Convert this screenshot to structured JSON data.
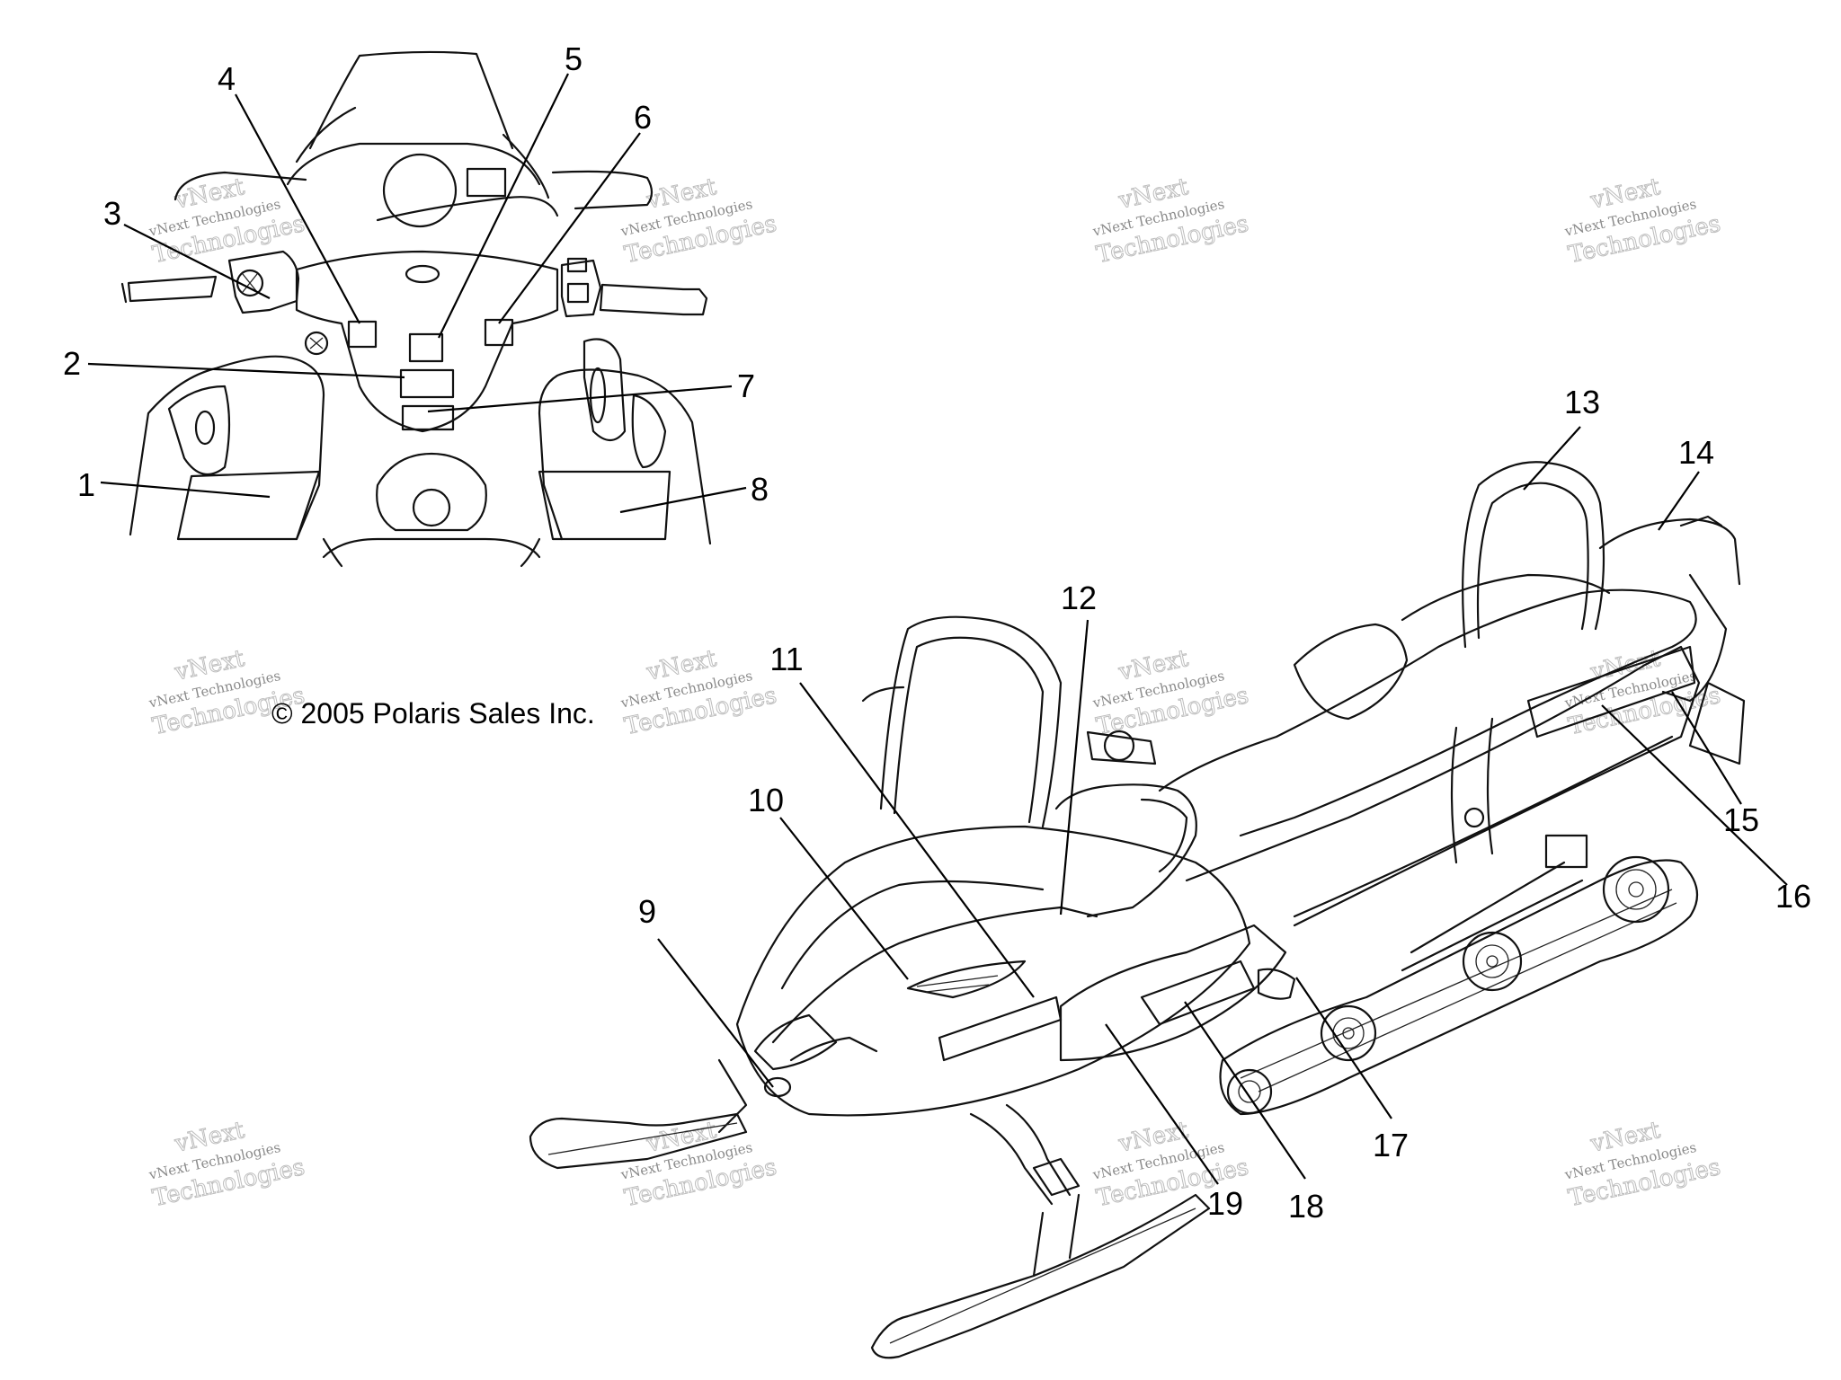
{
  "copyright": "© 2005 Polaris Sales Inc.",
  "watermark": {
    "small_text": "vNext Technologies",
    "large_text": "Technologies",
    "top_text": "vNext"
  },
  "callouts": [
    "1",
    "2",
    "3",
    "4",
    "5",
    "6",
    "7",
    "8",
    "9",
    "10",
    "11",
    "12",
    "13",
    "14",
    "15",
    "16",
    "17",
    "18",
    "19"
  ],
  "colors": {
    "line": "#111111",
    "background": "#ffffff",
    "watermark": "#bdbdbd"
  }
}
